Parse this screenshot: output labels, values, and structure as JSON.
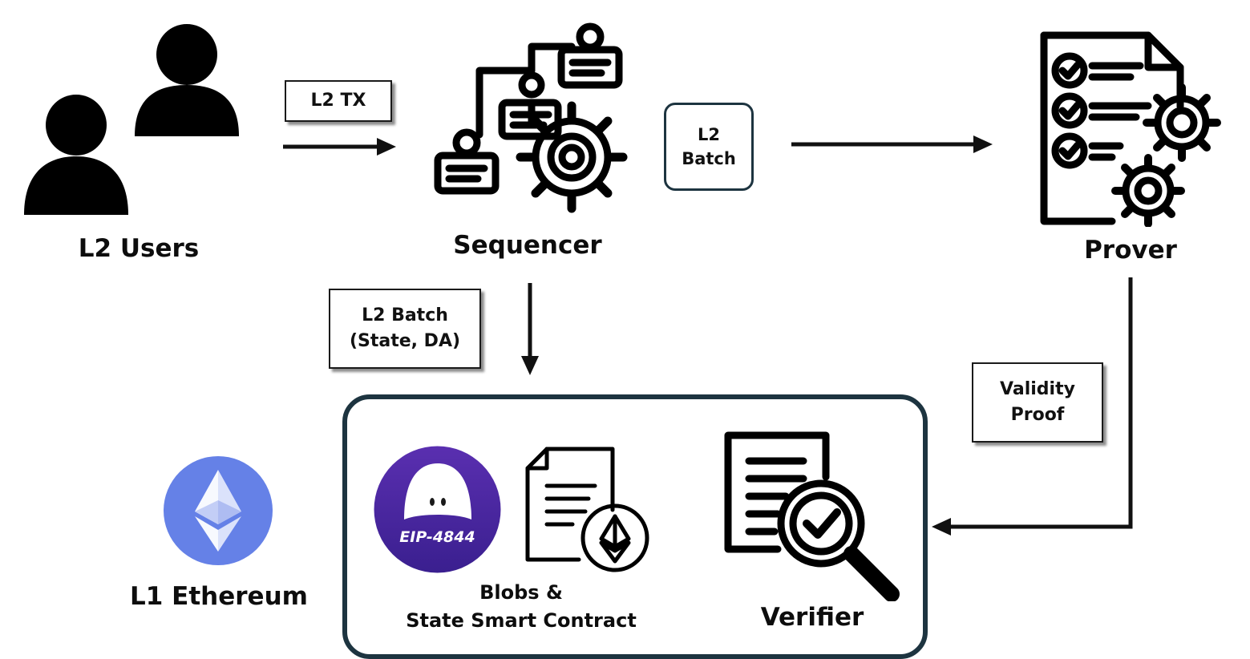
{
  "nodes": {
    "users": "L2 Users",
    "sequencer": "Sequencer",
    "prover": "Prover",
    "ethereum": "L1 Ethereum",
    "blobs_line1": "Blobs &",
    "blobs_line2": "State Smart Contract",
    "verifier": "Verifier"
  },
  "edge_labels": {
    "l2_tx": "L2 TX",
    "l2_batch_line1": "L2",
    "l2_batch_line2": "Batch",
    "batch_state_line1": "L2 Batch",
    "batch_state_line2": "(State, DA)",
    "validity_line1": "Validity",
    "validity_line2": "Proof"
  },
  "badge": {
    "text": "EIP-4844"
  },
  "icons": [
    "users-icon",
    "sequencer-icon",
    "prover-icon",
    "ethereum-icon",
    "eip-4844-icon",
    "contract-icon",
    "verifier-icon"
  ],
  "colors": {
    "ethereum": "#6581E7",
    "eip_badge": "#4A2BA6",
    "container_border": "#1d3440"
  }
}
